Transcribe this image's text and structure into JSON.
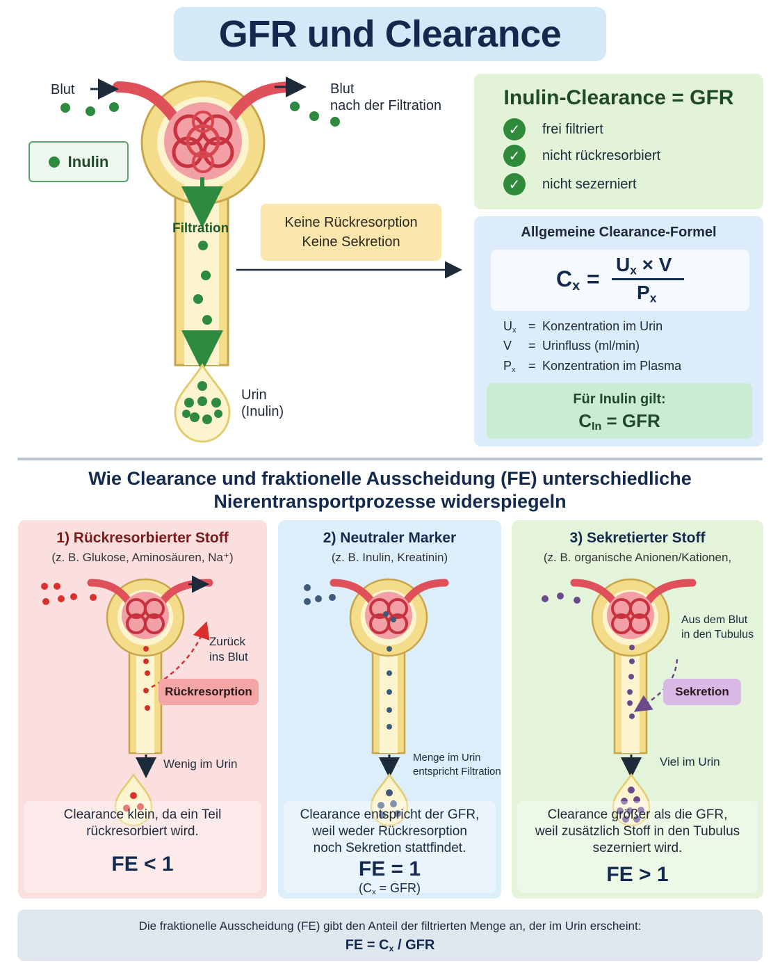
{
  "title": "GFR und Clearance",
  "top": {
    "blood_in_label": "Blut",
    "blood_out_label_1": "Blut",
    "blood_out_label_2": "nach der Filtration",
    "legend_label": "Inulin",
    "filtration_label": "Filtration",
    "urine_label_1": "Urin",
    "urine_label_2": "(Inulin)",
    "info_line_1": "Keine Rückresorption",
    "info_line_2": "Keine Sekretion"
  },
  "inulin_box": {
    "title": "Inulin-Clearance = GFR",
    "checks": [
      "frei filtriert",
      "nicht rückresorbiert",
      "nicht sezerniert"
    ]
  },
  "formula_box": {
    "heading": "Allgemeine Clearance-Formel",
    "formula": {
      "lhs": "C",
      "lhs_sub": "x",
      "eq": "=",
      "num": "U",
      "num_sub": "x",
      "num_rest": " × V",
      "den": "P",
      "den_sub": "x"
    },
    "definitions": [
      {
        "sym": "U",
        "sub": "x",
        "eq": "=",
        "text": "Konzentration im Urin"
      },
      {
        "sym": "V",
        "sub": "",
        "eq": "=",
        "text": "Urinfluss (ml/min)"
      },
      {
        "sym": "P",
        "sub": "x",
        "eq": "=",
        "text": "Konzentration im Plasma"
      }
    ],
    "inulin_line_1": "Für Inulin gilt:",
    "inulin_line_2_c": "C",
    "inulin_line_2_sub": "In",
    "inulin_line_2_rest": " = GFR"
  },
  "section_title_1": "Wie Clearance und fraktionelle Ausscheidung (FE) unterschiedliche",
  "section_title_2": "Nierentransportprozesse widerspiegeln",
  "panels": [
    {
      "title": "1) Rückresorbierter Stoff",
      "subtitle": "(z. B. Glukose, Aminosäuren, Na⁺)",
      "side_label_1": "Zurück",
      "side_label_2": "ins Blut",
      "tag": "Rückresorption",
      "urine_label": "Wenig im Urin",
      "desc_1": "Clearance klein, da ein Teil",
      "desc_2": "rückresorbiert wird.",
      "fe": "FE < 1",
      "colors": {
        "title": "#7a1a1a",
        "dot": "#d9302e",
        "tag_bg": "#f4a6a6"
      }
    },
    {
      "title": "2) Neutraler Marker",
      "subtitle": "(z. B. Inulin, Kreatinin)",
      "urine_label_1": "Menge im Urin",
      "urine_label_2": "entspricht Filtration",
      "desc_1": "Clearance entspricht der GFR,",
      "desc_2": "weil weder Rückresorption",
      "desc_3": "noch Sekretion stattfindet.",
      "fe": "FE = 1",
      "fe_sub_c": "(C",
      "fe_sub_x": "x",
      "fe_sub_rest": " = GFR)",
      "colors": {
        "title": "#132a4e",
        "dot": "#3d5a7a"
      }
    },
    {
      "title": "3) Sekretierter Stoff",
      "subtitle": "(z. B. organische Anionen/Kationen,",
      "side_label_1": "Aus dem Blut",
      "side_label_2": "in den Tubulus",
      "tag": "Sekretion",
      "urine_label": "Viel im Urin",
      "desc_1": "Clearance größer als die GFR,",
      "desc_2": "weil zusätzlich Stoff in den Tubulus",
      "desc_3": "sezerniert wird.",
      "fe": "FE > 1",
      "colors": {
        "title": "#132a4e",
        "dot": "#6a4a8a",
        "tag_bg": "#d9b8e6"
      }
    }
  ],
  "footer": {
    "line_1": "Die fraktionelle Ausscheidung (FE) gibt den Anteil der filtrierten Menge an, der im Urin erscheint:",
    "line_2_a": "FE = C",
    "line_2_sub": "x",
    "line_2_b": " / GFR"
  },
  "colors": {
    "inulin_green": "#2d8a3e",
    "capillary_red": "#e0505a",
    "tubule_yellow": "#f3dc8a",
    "title_navy": "#132a4e"
  }
}
